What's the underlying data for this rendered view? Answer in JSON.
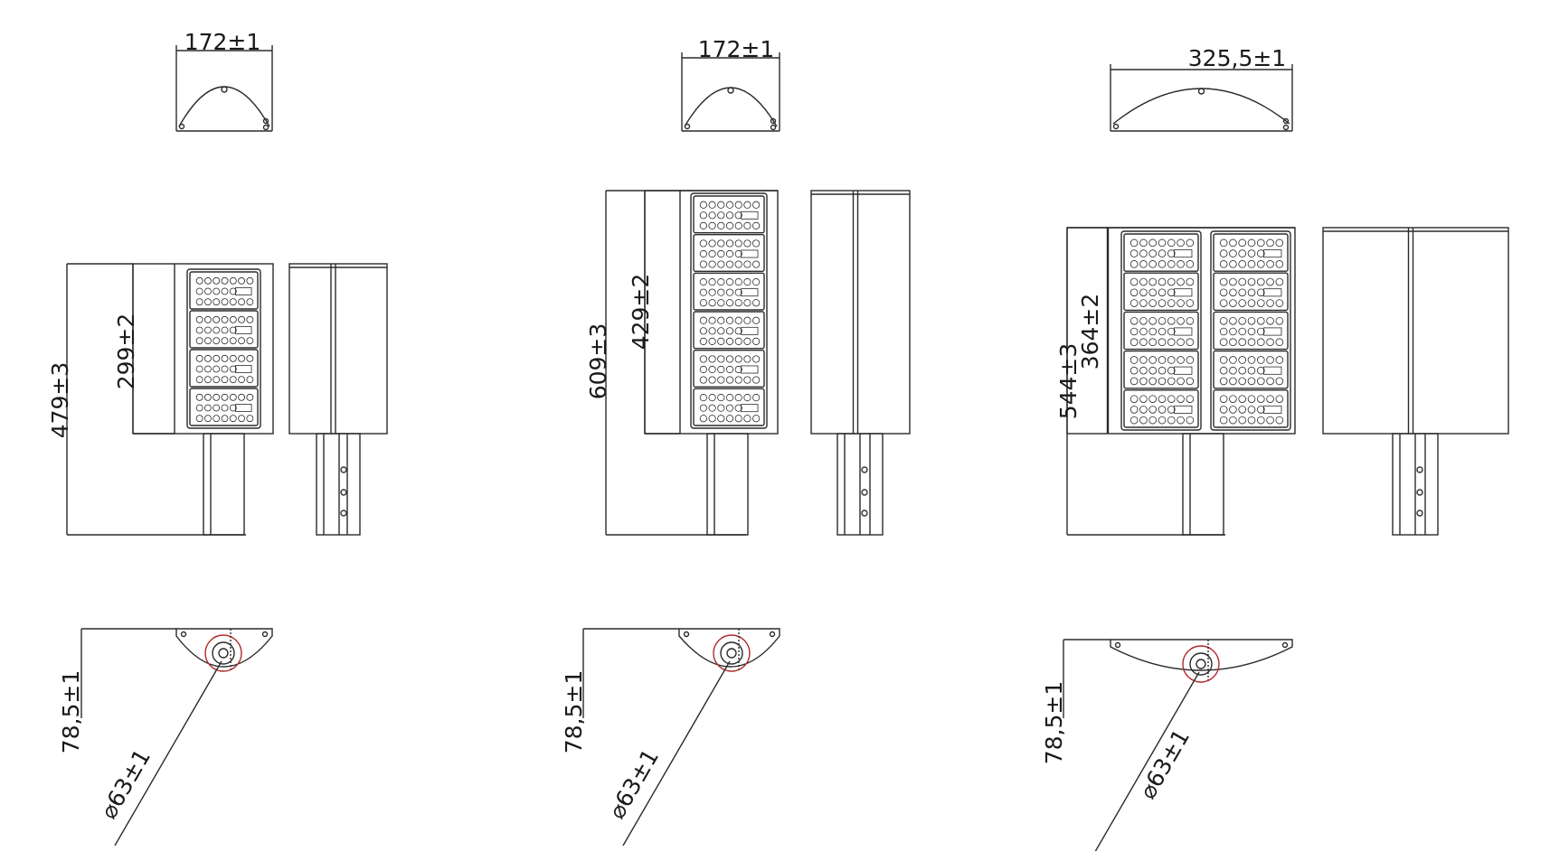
{
  "drawing": {
    "line_color": "#2b2b2b",
    "pole_hole_color": "#333333",
    "dimension_color": "#1a1a1a",
    "mount_circle_accent": "#b02a2a"
  },
  "variants": [
    {
      "id": "small",
      "width_label": "172±1",
      "total_height_label": "479±3",
      "head_height_label": "299±2",
      "offset_label": "78,5±1",
      "pole_diameter_label": "⌀63±1"
    },
    {
      "id": "medium",
      "width_label": "172±1",
      "total_height_label": "609±3",
      "head_height_label": "429±2",
      "offset_label": "78,5±1",
      "pole_diameter_label": "⌀63±1"
    },
    {
      "id": "large",
      "width_label": "325,5±1",
      "total_height_label": "544±3",
      "head_height_label": "364±2",
      "offset_label": "78,5±1",
      "pole_diameter_label": "⌀63±1"
    }
  ]
}
